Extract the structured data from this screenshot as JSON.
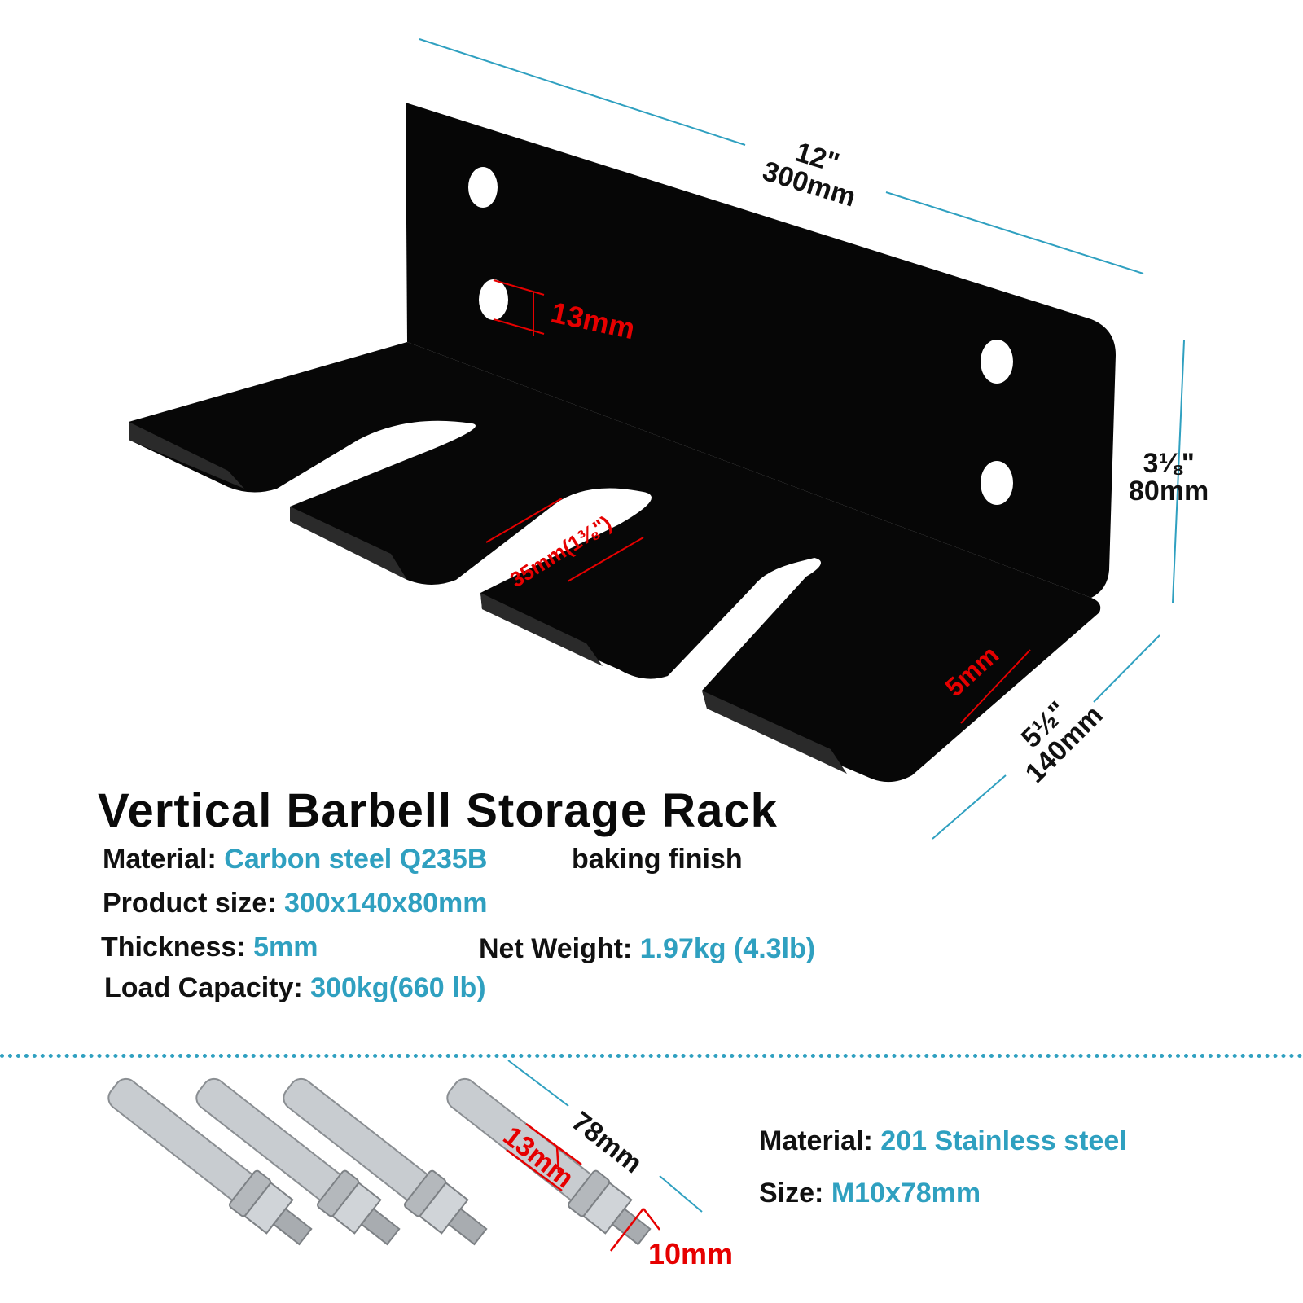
{
  "colors": {
    "accent": "#2fa0c0",
    "dimension_red": "#e60000",
    "text": "#111111",
    "rack": "#050505",
    "steel": "#c8ccd0"
  },
  "dimensions": {
    "length_in": "12\"",
    "length_mm": "300mm",
    "height_in": "3⅛\"",
    "height_mm": "80mm",
    "depth_in": "5½\"",
    "depth_mm": "140mm",
    "hole": "13mm",
    "slot": "35mm(1⅜\")",
    "thickness": "5mm"
  },
  "title": "Vertical Barbell Storage Rack",
  "specs": {
    "material_label": "Material:",
    "material_value": "Carbon steel Q235B",
    "finish": "baking finish",
    "size_label": "Product size:",
    "size_value": "300x140x80mm",
    "thickness_label": "Thickness:",
    "thickness_value": "5mm",
    "weight_label": "Net Weight:",
    "weight_value": "1.97kg (4.3lb)",
    "load_label": "Load Capacity:",
    "load_value": "300kg(660 lb)"
  },
  "bolts": {
    "length": "78mm",
    "diameter": "13mm",
    "thread": "10mm",
    "material_label": "Material:",
    "material_value": "201 Stainless steel",
    "size_label": "Size:",
    "size_value": "M10x78mm"
  }
}
